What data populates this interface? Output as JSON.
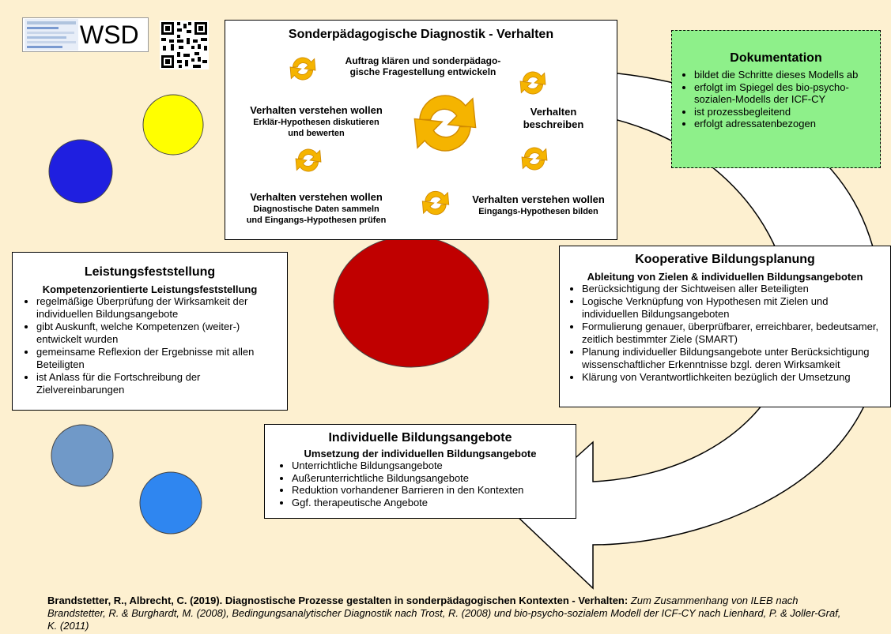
{
  "logo": {
    "wsd_text": "WSD"
  },
  "colors": {
    "background": "#fdf0d0",
    "yellow": "#ffff00",
    "dark_blue": "#1f1fe0",
    "red": "#c00000",
    "steel_blue": "#7099c8",
    "light_blue": "#2f86f0",
    "doc_green": "#8ef08a",
    "cycle_orange": "#f5b400"
  },
  "diagnostics": {
    "title": "Sonderpädagogische Diagnostik - Verhalten",
    "step_top": "Auftrag klären und sonderpädago-\ngische Fragestellung entwickeln",
    "step_right_line1": "Verhalten",
    "step_right_line2": "beschreiben",
    "step_left_line1": "Verhalten verstehen wollen",
    "step_left_line2": "Erklär-Hypothesen diskutieren\nund bewerten",
    "step_bottom_left_line1": "Verhalten verstehen wollen",
    "step_bottom_left_line2": "Diagnostische Daten sammeln\nund Eingangs-Hypothesen prüfen",
    "step_bottom_right_line1": "Verhalten verstehen wollen",
    "step_bottom_right_line2": "Eingangs-Hypothesen bilden"
  },
  "documentation": {
    "title": "Dokumentation",
    "items": [
      "bildet die Schritte dieses Modells ab",
      "erfolgt im Spiegel des bio-psycho-sozialen-Modells der ICF-CY",
      "ist prozessbegleitend",
      "erfolgt adressatenbezogen"
    ]
  },
  "performance": {
    "title": "Leistungsfeststellung",
    "subtitle": "Kompetenzorientierte Leistungsfeststellung",
    "items": [
      "regelmäßige Überprüfung der Wirksamkeit der individuellen Bildungsangebote",
      "gibt Auskunft, welche Kompetenzen (weiter-) entwickelt wurden",
      "gemeinsame Reflexion der Ergebnisse mit allen Beteiligten",
      "ist Anlass für die Fortschreibung der Zielvereinbarungen"
    ]
  },
  "planning": {
    "title": "Kooperative Bildungsplanung",
    "subtitle": "Ableitung von Zielen & individuellen Bildungsangeboten",
    "items": [
      "Berücksichtigung der Sichtweisen aller Beteiligten",
      "Logische Verknüpfung von Hypothesen mit Zielen und individuellen Bildungsangeboten",
      "Formulierung genauer, überprüfbarer, erreichbarer, bedeutsamer, zeitlich bestimmter Ziele (SMART)",
      "Planung individueller Bildungsangebote unter Berücksichtigung wissenschaftlicher Erkenntnisse bzgl. deren Wirksamkeit",
      "Klärung von Verantwortlichkeiten bezüglich der Umsetzung"
    ]
  },
  "offers": {
    "title": "Individuelle Bildungsangebote",
    "subtitle": "Umsetzung der individuellen Bildungsangebote",
    "items": [
      "Unterrichtliche Bildungsangebote",
      "Außerunterrichtliche Bildungsangebote",
      "Reduktion vorhandener Barrieren in den Kontexten",
      "Ggf. therapeutische Angebote"
    ]
  },
  "citation": {
    "bold": "Brandstetter, R.,  Albrecht, C. (2019). Diagnostische Prozesse gestalten in sonderpädagogischen Kontexten - Verhalten:",
    "italic": " Zum Zusammenhang von ILEB nach Brandstetter, R. & Burghardt, M. (2008), Bedingungsanalytischer Diagnostik nach Trost, R. (2008) und bio-psycho-sozialem Modell der ICF-CY nach Lienhard, P. & Joller-Graf, K. (2011)"
  }
}
